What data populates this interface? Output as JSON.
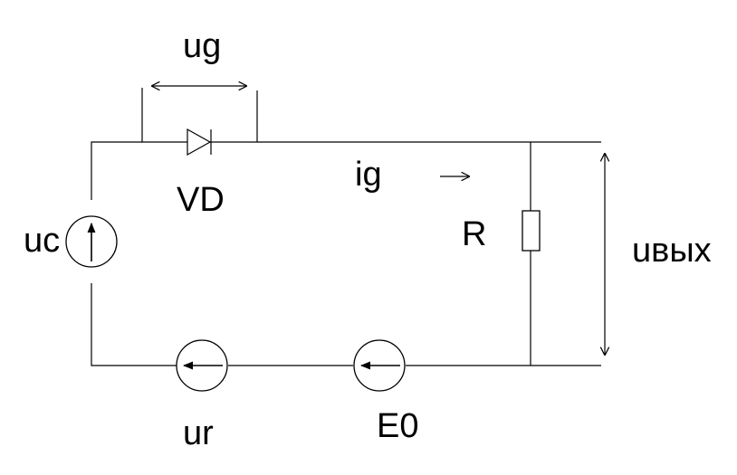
{
  "labels": {
    "ug": "ug",
    "vd": "VD",
    "ig": "ig",
    "uc": "uc",
    "r": "R",
    "uout": "uвых",
    "ur": "ur",
    "e0": "E0"
  },
  "colors": {
    "line": "#000000",
    "background": "#ffffff"
  }
}
